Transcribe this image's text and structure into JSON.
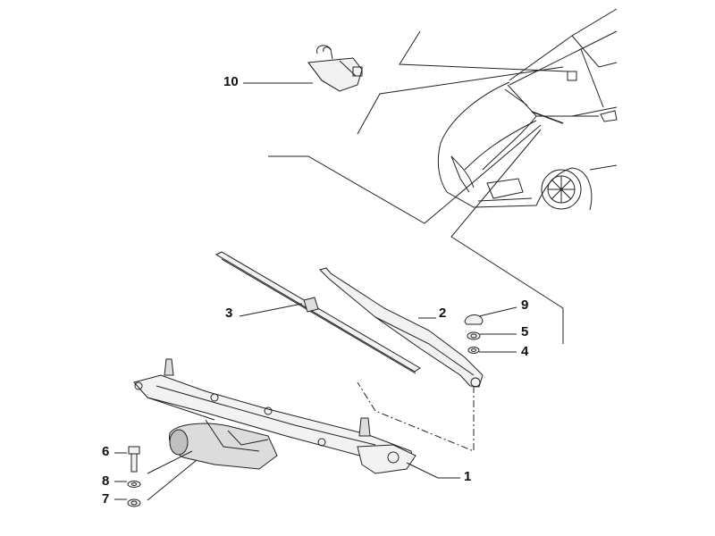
{
  "callouts": {
    "c1": "1",
    "c2": "2",
    "c3": "3",
    "c4": "4",
    "c5": "5",
    "c6": "6",
    "c7": "7",
    "c8": "8",
    "c9": "9",
    "c10": "10"
  },
  "colors": {
    "line": "#222222",
    "part_fill": "#f2f2f2",
    "part_shade": "#bfbfbf",
    "background": "#ffffff"
  }
}
